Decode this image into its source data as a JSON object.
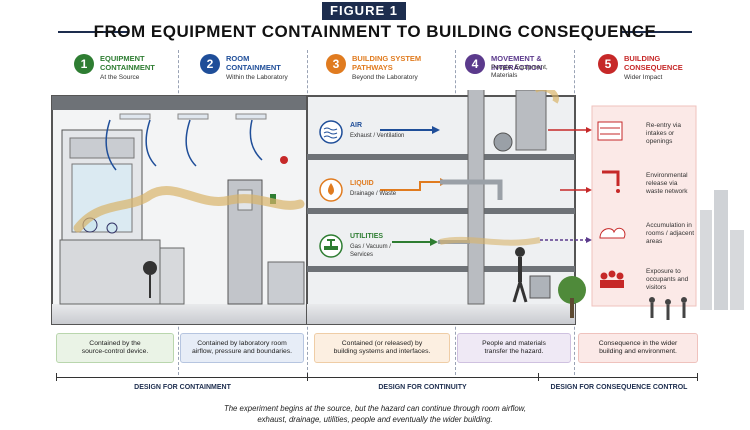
{
  "figure_badge": "FIGURE 1",
  "title": "FROM EQUIPMENT CONTAINMENT TO BUILDING CONSEQUENCE",
  "stages": [
    {
      "num": "1",
      "title": "EQUIPMENT\nCONTAINMENT",
      "sub": "At the Source",
      "color": "#2e7d32",
      "title_color": "#2e7d32"
    },
    {
      "num": "2",
      "title": "ROOM\nCONTAINMENT",
      "sub": "Within the Laboratory",
      "color": "#1f4e99",
      "title_color": "#1f4e99"
    },
    {
      "num": "3",
      "title": "BUILDING SYSTEM\nPATHWAYS",
      "sub": "Beyond the Laboratory",
      "color": "#e07b1f",
      "title_color": "#e07b1f"
    },
    {
      "num": "4",
      "title": "MOVEMENT & INTERACTION",
      "sub": "People, Equipment,\nMaterials",
      "color": "#5b3a8c",
      "title_color": "#5b3a8c"
    },
    {
      "num": "5",
      "title": "BUILDING\nCONSEQUENCE",
      "sub": "Wider Impact",
      "color": "#c62828",
      "title_color": "#c62828"
    }
  ],
  "pathways": [
    {
      "label": "AIR",
      "sub": "Exhaust / Ventilation",
      "color": "#1f4e99",
      "icon": "air-waves-icon"
    },
    {
      "label": "LIQUID",
      "sub": "Drainage / Waste",
      "color": "#e07b1f",
      "icon": "liquid-drop-icon"
    },
    {
      "label": "UTILITIES",
      "sub": "Gas / Vacuum /\nServices",
      "color": "#2e7d32",
      "icon": "utilities-valve-icon"
    }
  ],
  "consequences": [
    {
      "text": "Re-entry via\nintakes or\nopenings",
      "icon": "vent-grille-icon"
    },
    {
      "text": "Environmental\nrelease via\nwaste network",
      "icon": "faucet-icon"
    },
    {
      "text": "Accumulation in\nrooms / adjacent\nareas",
      "icon": "cloud-icon"
    },
    {
      "text": "Exposure to\noccupants and\nvisitors",
      "icon": "people-icon"
    }
  ],
  "captions": [
    {
      "text": "Contained by the\nsource-control device.",
      "bg": "#eaf3e6",
      "border": "#b9d6ad"
    },
    {
      "text": "Contained by laboratory room\nairflow, pressure and boundaries.",
      "bg": "#e7edf7",
      "border": "#b6c5e0"
    },
    {
      "text": "Contained (or released) by\nbuilding systems and interfaces.",
      "bg": "#fcefe1",
      "border": "#efcda6"
    },
    {
      "text": "People and materials\ntransfer the hazard.",
      "bg": "#efe9f5",
      "border": "#cfc1e0"
    },
    {
      "text": "Consequence in the wider\nbuilding and environment.",
      "bg": "#fbe9e7",
      "border": "#efc2bd"
    }
  ],
  "sections": [
    {
      "label": "DESIGN FOR CONTAINMENT"
    },
    {
      "label": "DESIGN FOR CONTINUITY"
    },
    {
      "label": "DESIGN FOR CONSEQUENCE CONTROL"
    }
  ],
  "footer": "The experiment begins at the source, but the hazard can continue through room airflow,\nexhaust, drainage, utilities, people and eventually the wider building."
}
